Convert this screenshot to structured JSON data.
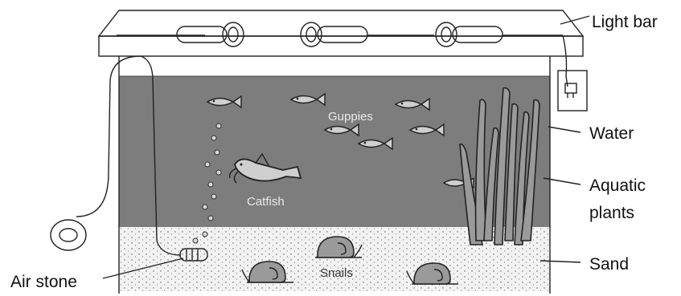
{
  "labels": {
    "light_bar": "Light bar",
    "water": "Water",
    "aquatic_plants_line1": "Aquatic",
    "aquatic_plants_line2": "plants",
    "sand": "Sand",
    "air_stone": "Air stone",
    "guppies": "Guppies",
    "catfish": "Catfish",
    "snails": "Snails"
  },
  "colors": {
    "water": "#7d7d7d",
    "sand": "#f2f2f2",
    "outline": "#222222",
    "plant": "#9a9a9a"
  },
  "icons": [
    "light-bulb-icon",
    "fish-icon",
    "catfish-icon",
    "snail-icon",
    "plant-icon",
    "electrical-outlet-icon",
    "air-pump-icon",
    "air-stone-icon",
    "bubble-icon"
  ]
}
